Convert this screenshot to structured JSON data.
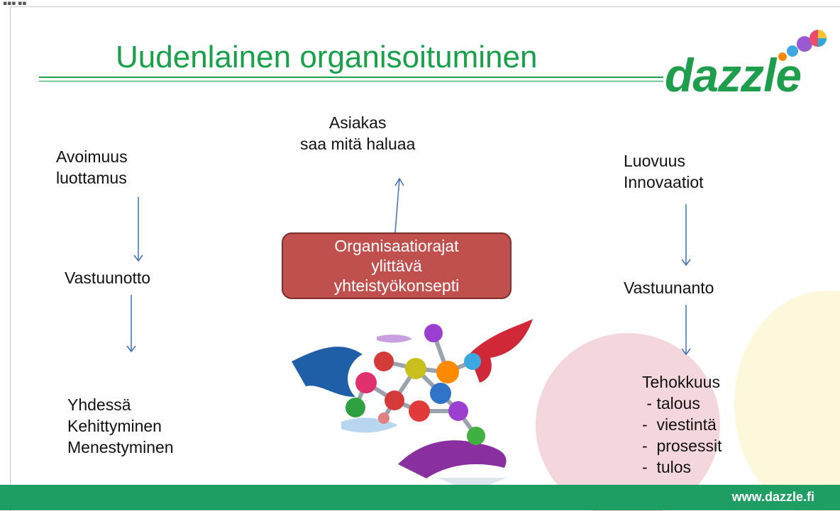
{
  "title": "Uudenlainen organisoituminen",
  "logo": {
    "text": "dazzle"
  },
  "left_column": {
    "item1": "Avoimuus\nluottamus",
    "item2": "Vastuunotto",
    "item3": "Yhdessä\nKehittyminen\nMenestyminen"
  },
  "center": {
    "top": "Asiakas\nsaa mitä haluaa",
    "box_lines": [
      "Organisaatiorajat",
      "ylittävä",
      "yhteistyökonsepti"
    ]
  },
  "right_column": {
    "item1": "Luovuus\nInnovaatiot",
    "item2": "Vastuunanto",
    "item3": "Tehokkuus\n - talous\n-  viestintä\n-  prosessit\n-  tulos"
  },
  "footer": {
    "url": "www.dazzle.fi"
  },
  "colors": {
    "title_green": "#1aa04a",
    "box_red": "#c0504d",
    "footer_green": "#1e9e62"
  }
}
